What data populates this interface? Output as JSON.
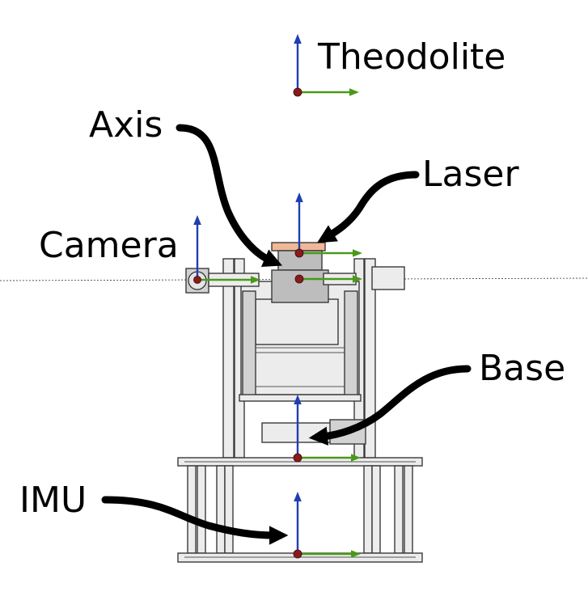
{
  "labels": {
    "theodolite": "Theodolite",
    "axis": "Axis",
    "laser": "Laser",
    "camera": "Camera",
    "base": "Base",
    "imu": "IMU"
  },
  "colors": {
    "z_axis": "#1f3fb0",
    "x_axis": "#4a9a1a",
    "origin": "#8b1a1a",
    "laser_plate": "#f0b896"
  }
}
